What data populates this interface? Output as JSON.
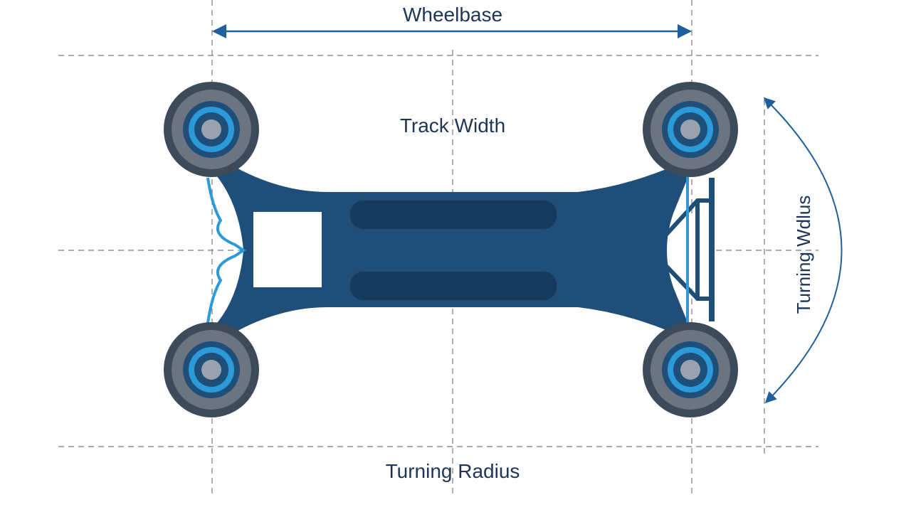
{
  "labels": {
    "wheelbase": "Wheelbase",
    "track_width": "Track Width",
    "turning_radius_side": "Turning Wdlus",
    "turning_radius_bottom": "Turning Radius"
  },
  "colors": {
    "frame": "#1f4e79",
    "frame_dark": "#163a5c",
    "accent_blue": "#2a9bd8",
    "tire": "#3d4a59",
    "hub": "#9aa3ad",
    "text": "#1d3557",
    "guide": "#7a7a7a"
  },
  "icons": {
    "wheel": "wheel-icon",
    "arrow": "double-arrow-icon"
  }
}
